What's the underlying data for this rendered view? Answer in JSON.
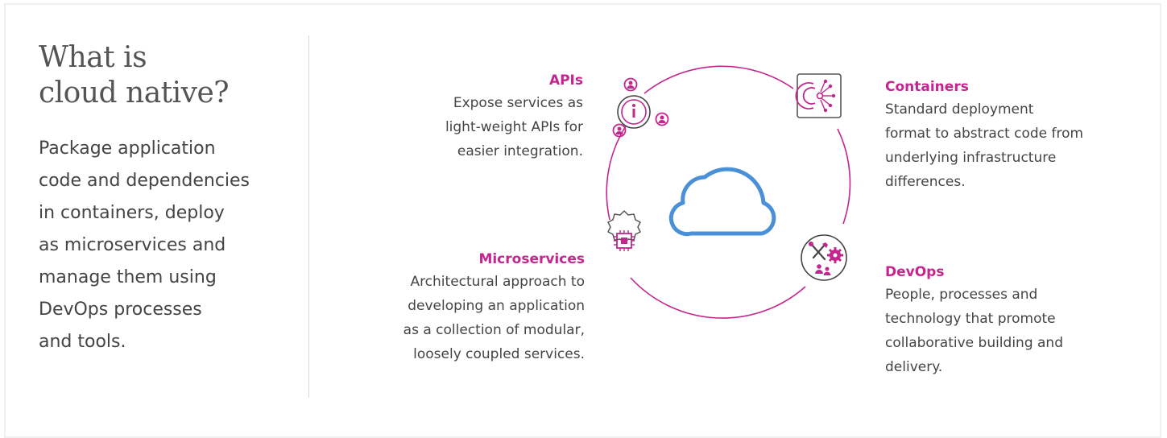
{
  "heading": {
    "lines": [
      "What is",
      "cloud native?"
    ]
  },
  "intro": {
    "lines": [
      "Package application",
      "code and dependencies",
      "in containers, deploy",
      "as microservices and",
      "manage them using",
      "DevOps processes",
      "and tools."
    ]
  },
  "diagram": {
    "colors": {
      "accent": "#c4258f",
      "cloud": "#4a90d9",
      "icon_gray": "#555555"
    },
    "center_icon": "cloud-icon",
    "nodes": {
      "apis": {
        "title": "APIs",
        "icon": "api-people-icon",
        "lines": [
          "Expose services as",
          "light-weight APIs for",
          "easier integration."
        ]
      },
      "containers": {
        "title": "Containers",
        "icon": "container-gear-icon",
        "lines": [
          "Standard deployment",
          "format to abstract code from",
          "underlying infrastructure",
          "differences."
        ]
      },
      "microservices": {
        "title": "Microservices",
        "icon": "chip-gear-icon",
        "lines": [
          "Architectural approach to",
          "developing an application",
          "as a collection of modular,",
          "loosely coupled services."
        ]
      },
      "devops": {
        "title": "DevOps",
        "icon": "tools-gear-people-icon",
        "lines": [
          "People, processes and",
          "technology that promote",
          "collaborative building and",
          "delivery."
        ]
      }
    }
  }
}
